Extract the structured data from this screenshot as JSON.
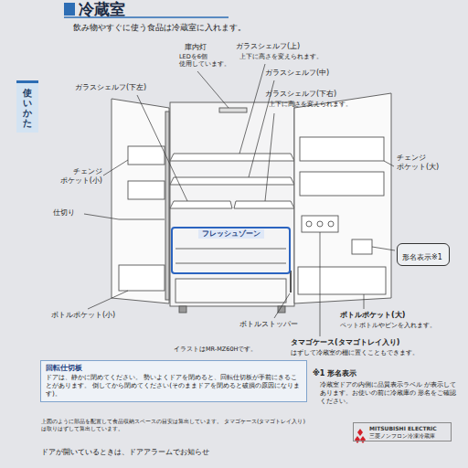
{
  "diagram": {
    "title": "冷蔵室",
    "nodes": [
      {
        "text": [
          "使いかた"
        ]
      },
      {
        "text": [
          "フレッシュゾーン"
        ]
      },
      {
        "text": [
          "形名表示※1"
        ]
      },
      {
        "text": [
          "回転仕切板",
          "ドアは、静かに閉めてください。 勢いよくドアを閉めると、回転仕切板が手前にきることがあります。 倒してから閉めてください(そのままドアを閉めると破損の原因になります)。"
        ]
      },
      {
        "text": [
          "MITSUBISHI ELECTRIC",
          "三菱ノンフロン冷凍冷蔵庫"
        ]
      }
    ],
    "labels": [
      "飲み物やすぐに使う食品は冷蔵室に入れます。",
      "庫内灯",
      "LEDを6個 使用しています。",
      "ガラスシェルフ(上)",
      "上下に高さを変えられます。",
      "ガラスシェルフ(中)",
      "ガラスシェルフ(下左)",
      "ガラスシェルフ(下右)",
      "上下に高さを変えられます。",
      "チェンジ ポケット(小)",
      "チェンジ ポケット(大)",
      "仕切り",
      "ボトルポケット(小)",
      "ボトルストッパー",
      "ボトルポケット(大)",
      "ペットボトルやビンを入れます。",
      "タマゴケース(タマゴトレイ入り)",
      "はずして冷蔵室の棚に置くこともできます。",
      "イラストはMR-MZ60Hです。",
      "上図のように部品を配置して食品収納スペースの目安は算出しています。 タマゴケース(タマゴトレイ入り)は取りはずして算出しています。",
      "※1 形名表示",
      "冷蔵室ドアの内側に品質表示ラベル が表示してあります。お使いの前に冷蔵庫の 形名をご確認ください。",
      "ドアが開いているときは、ドアアラームでお知らせ"
    ]
  }
}
